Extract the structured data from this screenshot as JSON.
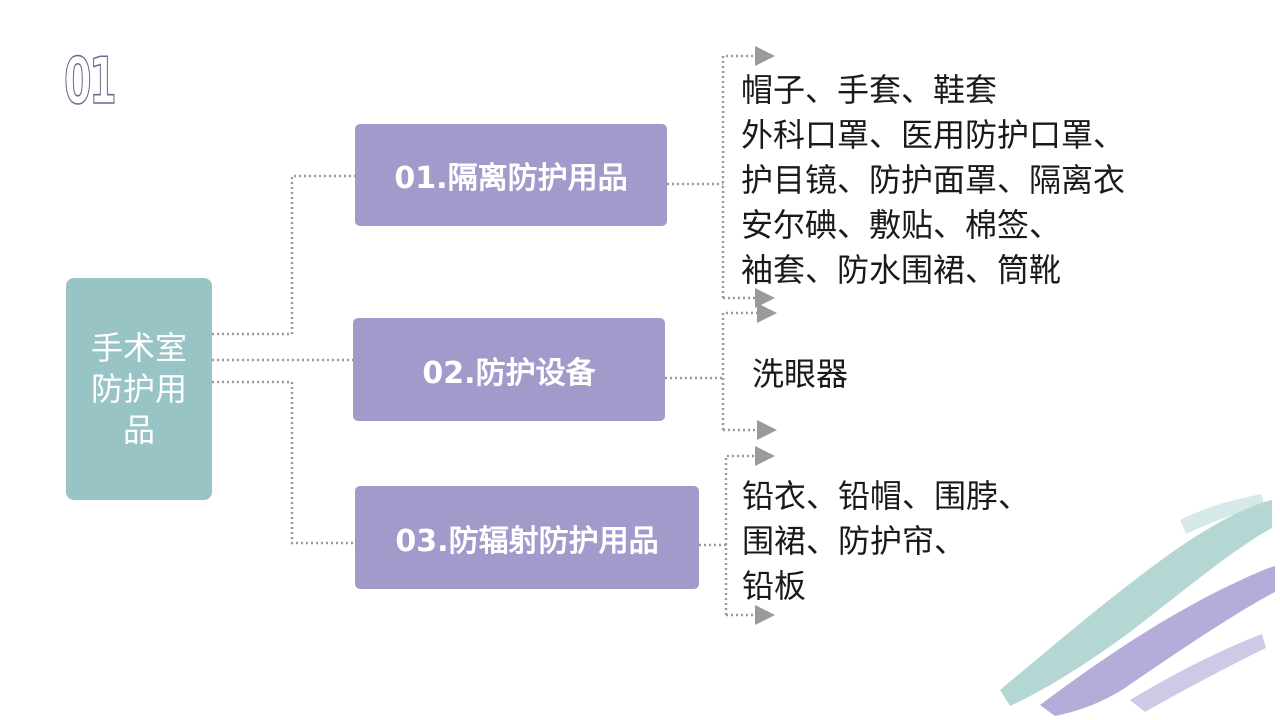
{
  "badge": {
    "number": "01"
  },
  "root": {
    "label": "手术室防护用品"
  },
  "categories": [
    {
      "label": "01.隔离防护用品",
      "items": [
        "帽子、手套、鞋套",
        "外科口罩、医用防护口罩、",
        "护目镜、防护面罩、隔离衣",
        "安尔碘、敷贴、棉签、",
        "袖套、防水围裙、筒靴"
      ]
    },
    {
      "label": "02.防护设备",
      "items": [
        "洗眼器"
      ]
    },
    {
      "label": "03.防辐射防护用品",
      "items": [
        "铅衣、铅帽、围脖、",
        "围裙、防护帘、",
        "铅板"
      ]
    }
  ],
  "colors": {
    "root_fill": "#98c4c6",
    "category_fill": "#a29acb",
    "connector": "#9a9a9a",
    "brush_teal": "#9cc9c6",
    "brush_purple": "#a497cf"
  }
}
